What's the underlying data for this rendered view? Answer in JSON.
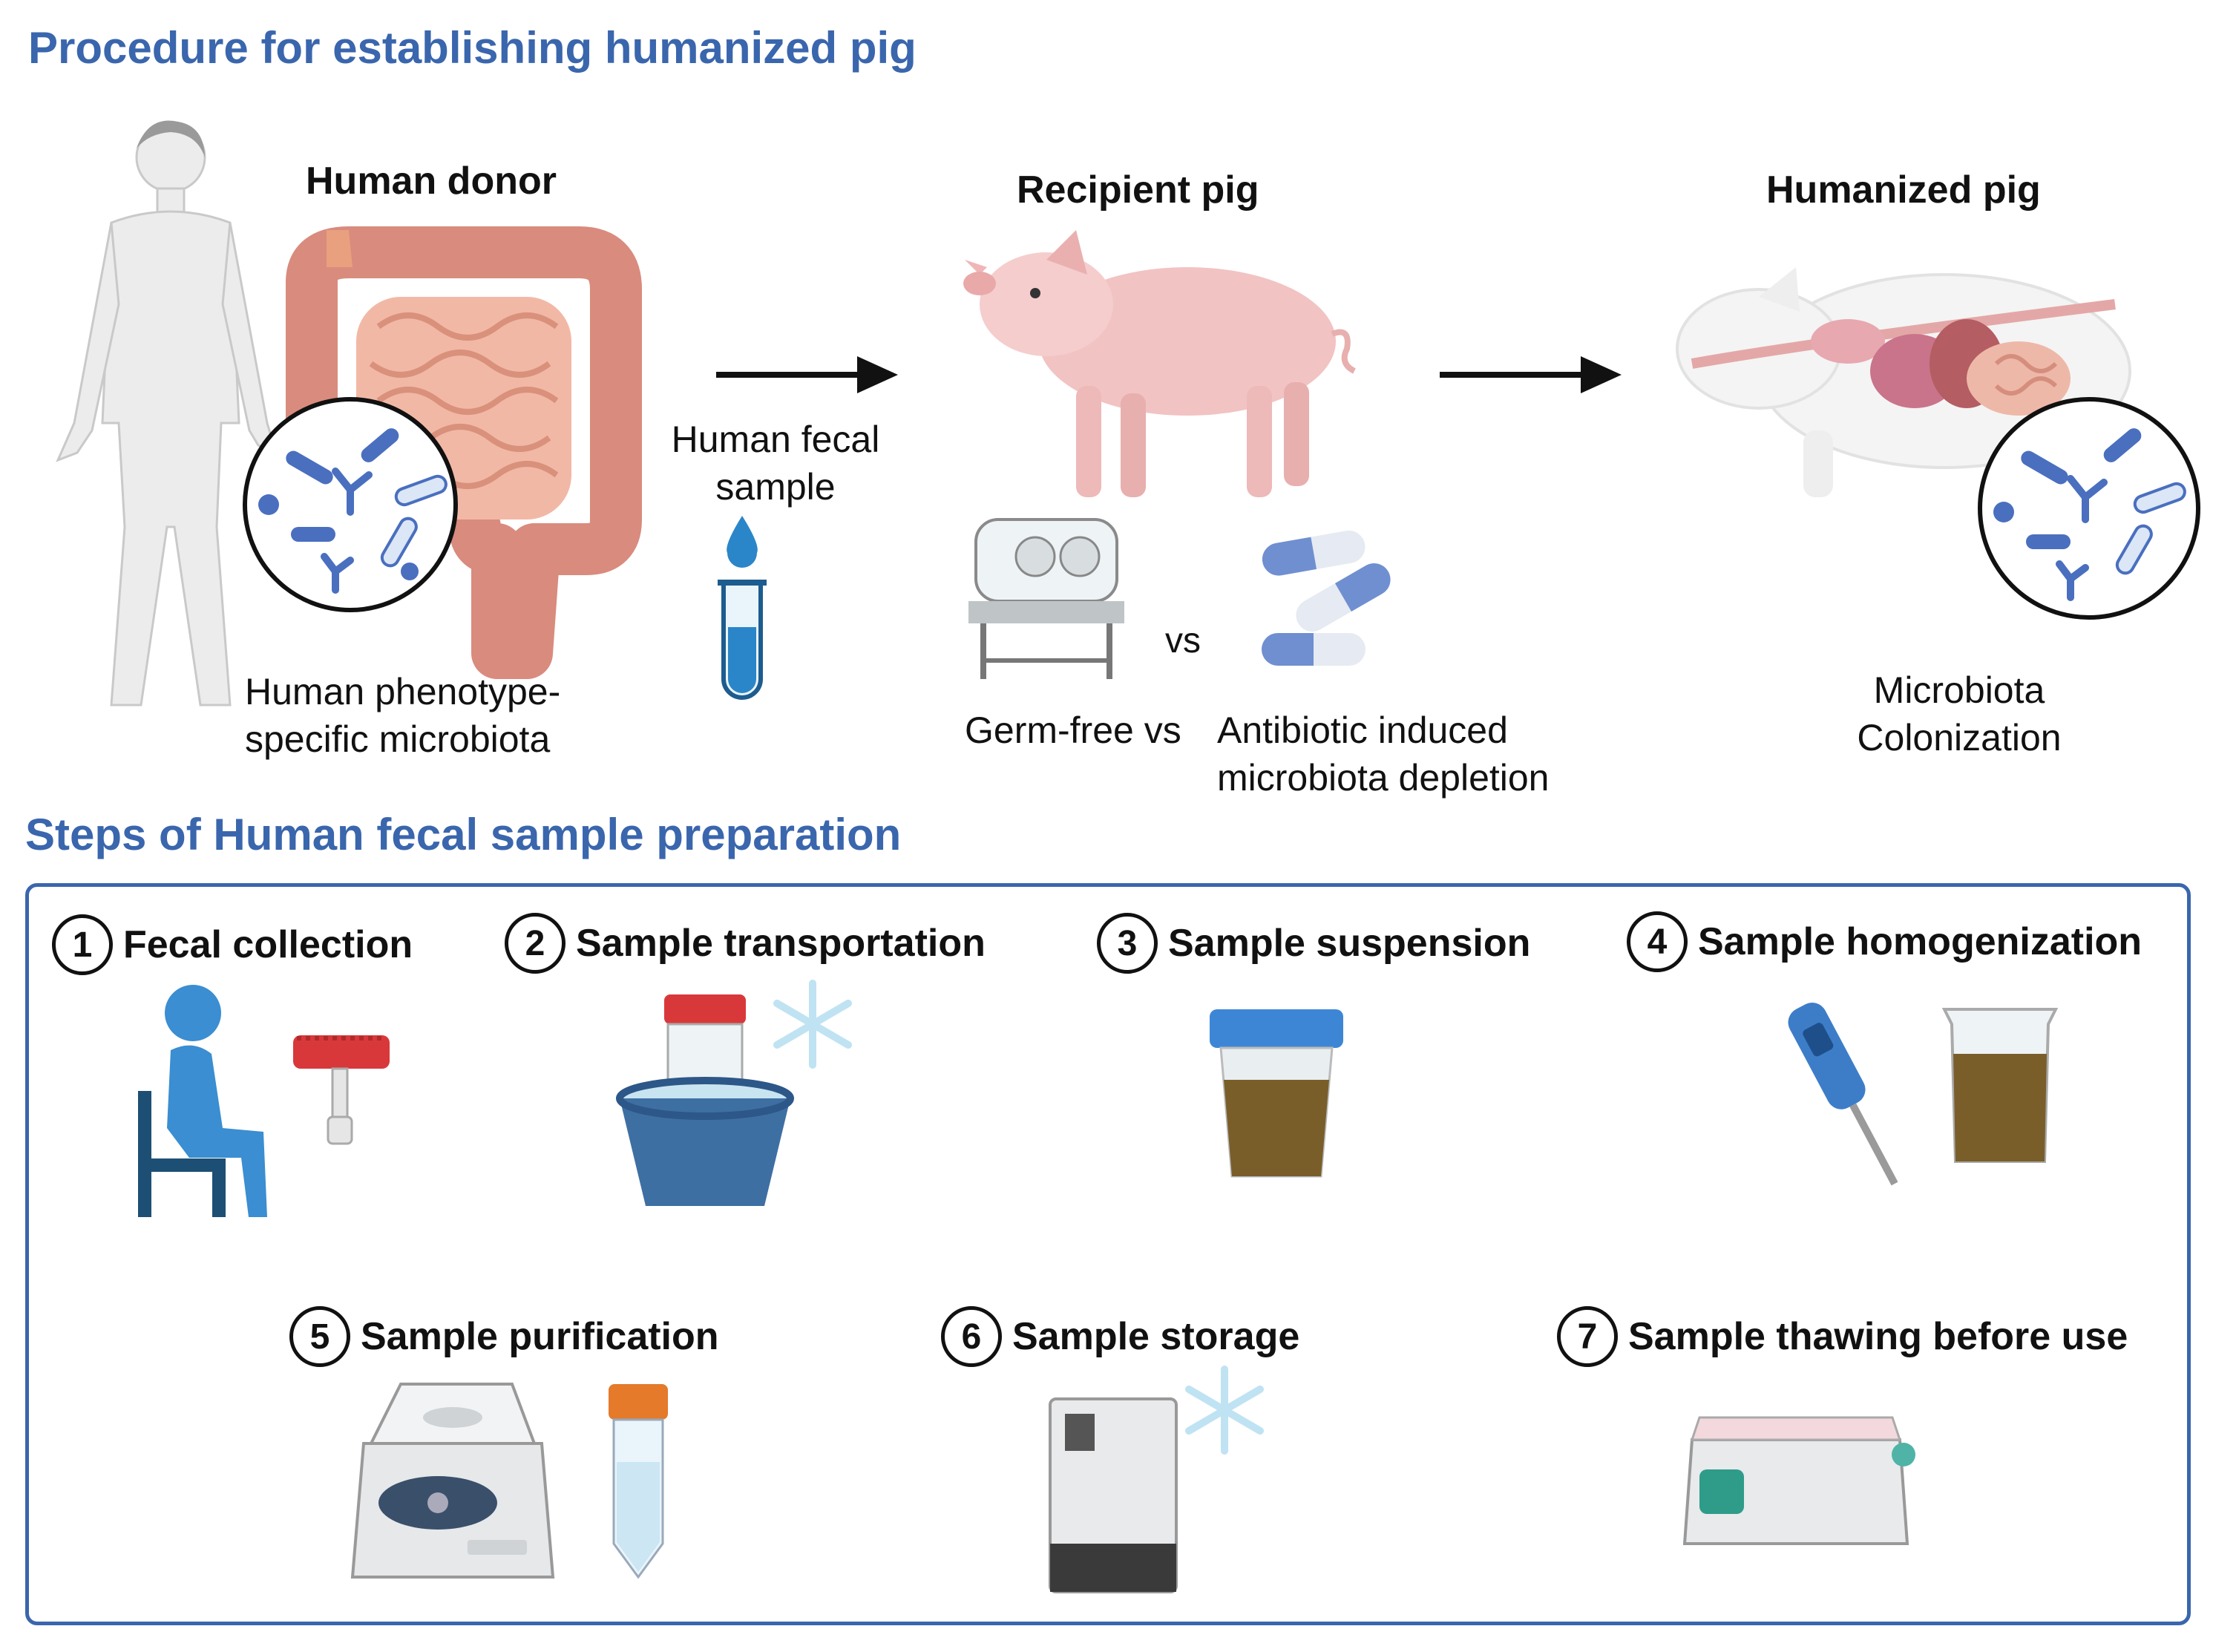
{
  "titles": {
    "procedure": "Procedure for establishing humanized pig",
    "steps": "Steps of Human fecal sample preparation"
  },
  "donor": {
    "heading": "Human donor",
    "caption_line1": "Human phenotype-",
    "caption_line2": "specific microbiota"
  },
  "transfer": {
    "line1": "Human fecal",
    "line2": "sample"
  },
  "recipient": {
    "heading": "Recipient pig",
    "vs_small": "vs",
    "caption_left": "Germ-free vs",
    "caption_right_line1": "Antibiotic induced",
    "caption_right_line2": "microbiota depletion"
  },
  "humanized": {
    "heading": "Humanized pig",
    "caption_line1": "Microbiota",
    "caption_line2": "Colonization"
  },
  "steps": [
    {
      "num": "1",
      "label": "Fecal collection"
    },
    {
      "num": "2",
      "label": "Sample transportation"
    },
    {
      "num": "3",
      "label": "Sample suspension"
    },
    {
      "num": "4",
      "label": "Sample homogenization"
    },
    {
      "num": "5",
      "label": "Sample purification"
    },
    {
      "num": "6",
      "label": "Sample storage"
    },
    {
      "num": "7",
      "label": "Sample thawing before use"
    }
  ],
  "colors": {
    "accent": "#3a66ad",
    "tissue": "#e9a898",
    "pig": "#f2c3c3",
    "feces": "#7a5e2a",
    "ice": "#bfe3f2"
  },
  "icons": [
    "human-body-icon",
    "intestine-icon",
    "microbiota-magnifier-icon",
    "arrow-right-icon",
    "droplet-icon",
    "test-tube-icon",
    "pig-icon",
    "isolator-icon",
    "antibiotic-capsules-icon",
    "humanized-pig-icon",
    "seated-person-icon",
    "stool-collector-icon",
    "ice-bucket-icon",
    "snowflake-icon",
    "specimen-cup-icon",
    "homogenizer-icon",
    "beaker-icon",
    "centrifuge-icon",
    "falcon-tube-icon",
    "freezer-icon",
    "water-bath-icon"
  ]
}
